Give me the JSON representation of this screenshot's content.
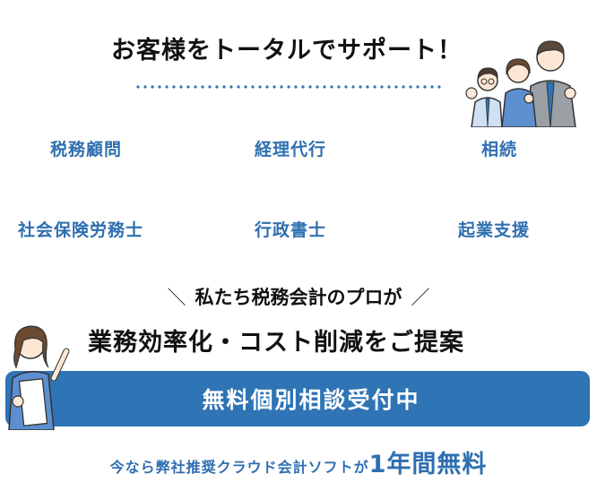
{
  "header": {
    "title": "お客様をトータルでサポート！"
  },
  "services": [
    {
      "label": "税務顧問"
    },
    {
      "label": "経理代行"
    },
    {
      "label": "相続"
    },
    {
      "label": "社会保険労務士"
    },
    {
      "label": "行政書士"
    },
    {
      "label": "起業支援"
    }
  ],
  "promo": {
    "tagline": "私たち税務会計のプロが",
    "tagline_open": "＼",
    "tagline_close": "／",
    "headline": "業務効率化・コスト削減をご提案",
    "banner": "無料個別相談受付中",
    "footer_text": "今なら弊社推奨クラウド会計ソフトが",
    "footer_emphasis": "1年間無料"
  },
  "colors": {
    "accent": "#2f74b5",
    "text_blue": "#2f6fb0",
    "heading": "#111111"
  }
}
